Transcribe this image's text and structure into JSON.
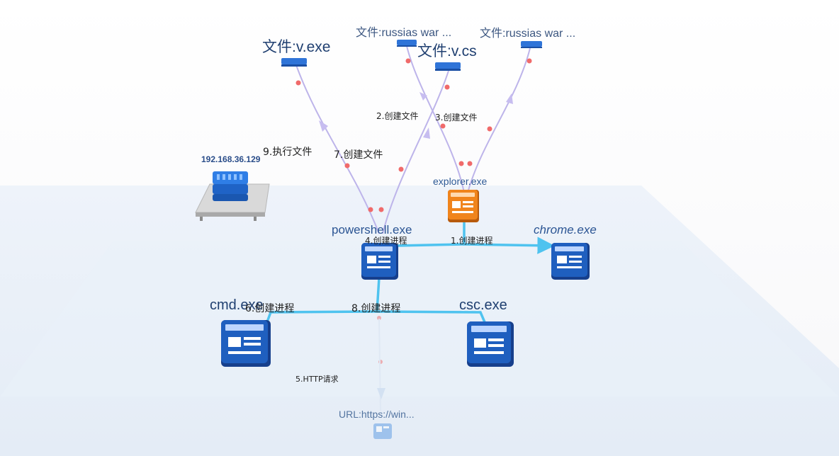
{
  "nodes": {
    "file_v_exe": {
      "label": "文件:v.exe",
      "type": "file-icon"
    },
    "file_russias_1": {
      "label": "文件:russias war ...",
      "type": "file-icon"
    },
    "file_v_cs": {
      "label": "文件:v.cs",
      "type": "file-icon"
    },
    "file_russias_2": {
      "label": "文件:russias war ...",
      "type": "file-icon"
    },
    "host": {
      "label": "192.168.36.129",
      "type": "server-icon"
    },
    "explorer": {
      "label": "explorer.exe",
      "type": "process-icon"
    },
    "powershell": {
      "label": "powershell.exe",
      "type": "process-icon"
    },
    "chrome": {
      "label": "chrome.exe",
      "type": "process-icon"
    },
    "cmd": {
      "label": "cmd.exe",
      "type": "process-icon"
    },
    "csc": {
      "label": "csc.exe",
      "type": "process-icon"
    },
    "url": {
      "label": "URL:https://win...",
      "type": "url-icon"
    }
  },
  "edges": {
    "e1": {
      "label": "1.创建进程",
      "from": "explorer",
      "to": "chrome"
    },
    "e2": {
      "label": "2.创建文件",
      "from": "explorer",
      "to": "file_russias_1"
    },
    "e3": {
      "label": "3.创建文件",
      "from": "explorer",
      "to": "file_russias_2"
    },
    "e4": {
      "label": "4.创建进程",
      "from": "explorer",
      "to": "powershell"
    },
    "e5": {
      "label": "5.HTTP请求",
      "from": "powershell",
      "to": "url"
    },
    "e6": {
      "label": "6.创建进程",
      "from": "powershell",
      "to": "cmd"
    },
    "e7": {
      "label": "7.创建文件",
      "from": "powershell",
      "to": "file_v_cs"
    },
    "e8": {
      "label": "8.创建进程",
      "from": "powershell",
      "to": "csc"
    },
    "e9": {
      "label": "9.执行文件",
      "from": "powershell",
      "to": "file_v_exe"
    }
  },
  "colors": {
    "process_blue": "#1f5fbf",
    "explorer_orange": "#e0781a",
    "edge_cyan": "#4fc3ef",
    "edge_lavender": "#b8b0e8",
    "dot_red": "#f06060",
    "floor": "#e8eff8"
  }
}
